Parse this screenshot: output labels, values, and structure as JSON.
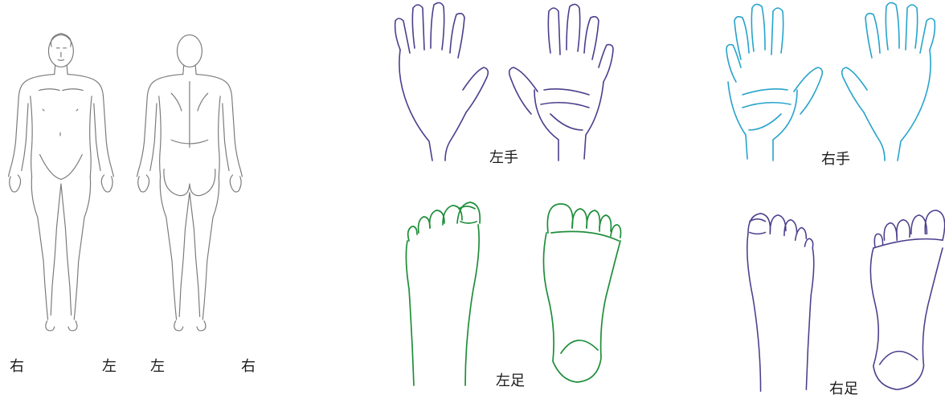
{
  "body_labels": {
    "front_right": "右",
    "front_left": "左",
    "back_left": "左",
    "back_right": "右"
  },
  "hand_labels": {
    "left_hand": "左手",
    "right_hand": "右手"
  },
  "foot_labels": {
    "left_foot": "左足",
    "right_foot": "右足"
  },
  "colors": {
    "body_outline": "#7a7a7a",
    "left_hand": "#4b3f8c",
    "right_hand": "#27a3cc",
    "left_foot": "#1f8e3a",
    "right_foot": "#4b3f8c"
  }
}
